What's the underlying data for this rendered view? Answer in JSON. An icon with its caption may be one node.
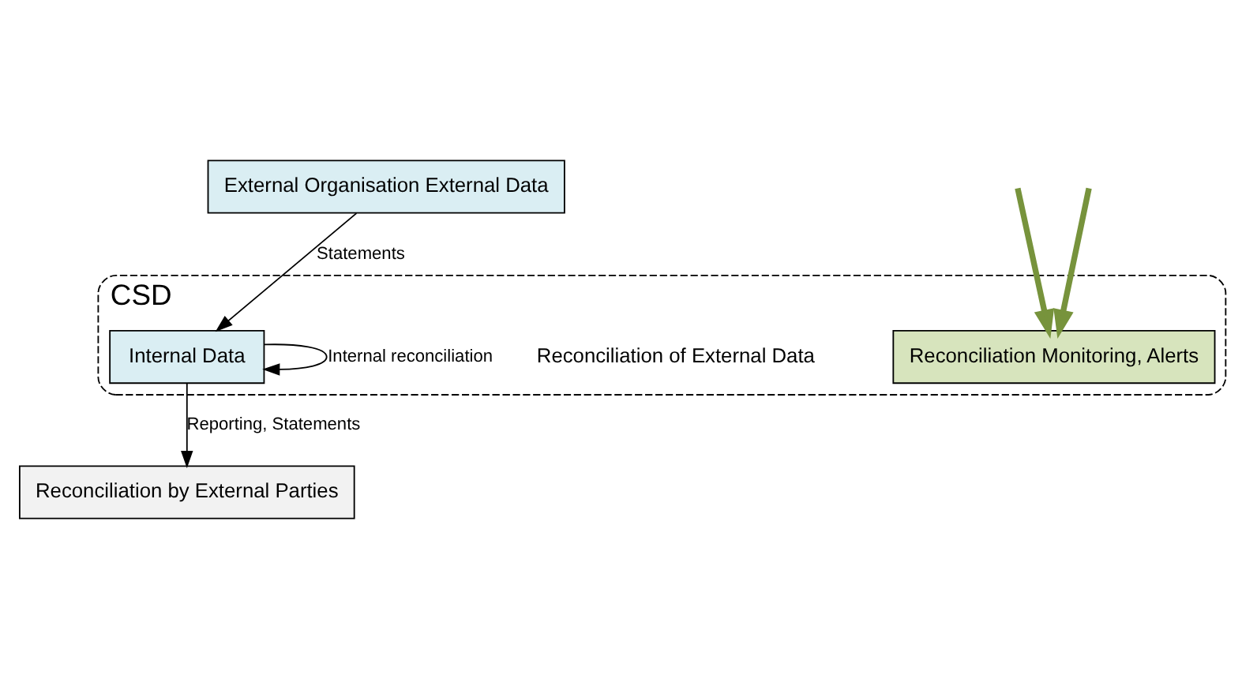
{
  "diagram": {
    "nodes": [
      {
        "text": [
          "Reconciliation by External Parties"
        ]
      },
      {
        "text": [
          "External Organisation External Data"
        ]
      },
      {
        "text": [
          "CSD"
        ]
      },
      {
        "text": [
          "Internal Data"
        ],
        "in": 2
      },
      {
        "text": [
          "Reconciliation Monitoring, Alerts"
        ],
        "in": 2
      }
    ],
    "edges": [
      {
        "from": 3,
        "to": 0,
        "arrow": "to",
        "label": "Reporting, Statements"
      },
      {
        "from": 1,
        "to": 3,
        "arrow": "to",
        "label": "Statements"
      },
      {
        "from": 3,
        "to": 3,
        "arrow": "to",
        "label": "Internal reconciliation"
      },
      {
        "from": null,
        "to": 4,
        "arrow": "to",
        "style": "thick",
        "color": "#77933c"
      },
      {
        "from": null,
        "to": 4,
        "arrow": "to",
        "style": "thick",
        "color": "#77933c"
      }
    ],
    "labels": [
      "Reconciliation of External Data"
    ]
  }
}
